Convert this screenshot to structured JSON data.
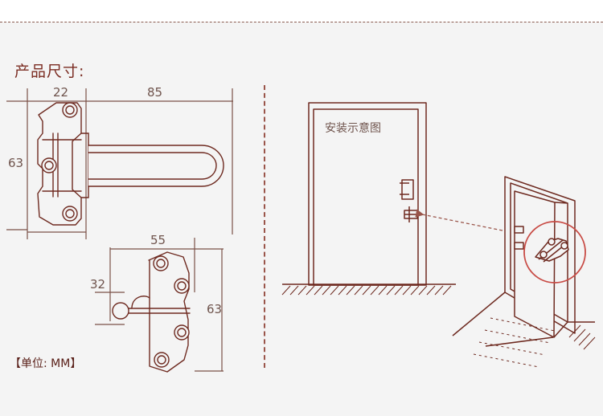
{
  "title": "产品尺寸:",
  "unit_note": "【单位: MM】",
  "install_label": "安装示意图",
  "top_dimensions": {
    "left_width": "22",
    "total_length": "85",
    "height": "63"
  },
  "bottom_dimensions": {
    "width": "55",
    "knob_height": "32",
    "plate_height": "63"
  },
  "colors": {
    "brown": "#6e2a20",
    "line": "#9a554a",
    "background": "#f4f4f4",
    "highlight": "#c84b45"
  },
  "icons": {
    "top_piece": "door-guard-top-view-icon",
    "bottom_piece": "door-guard-side-view-icon",
    "door_left": "door-front-diagram-icon",
    "door_right": "open-door-diagram-icon"
  }
}
